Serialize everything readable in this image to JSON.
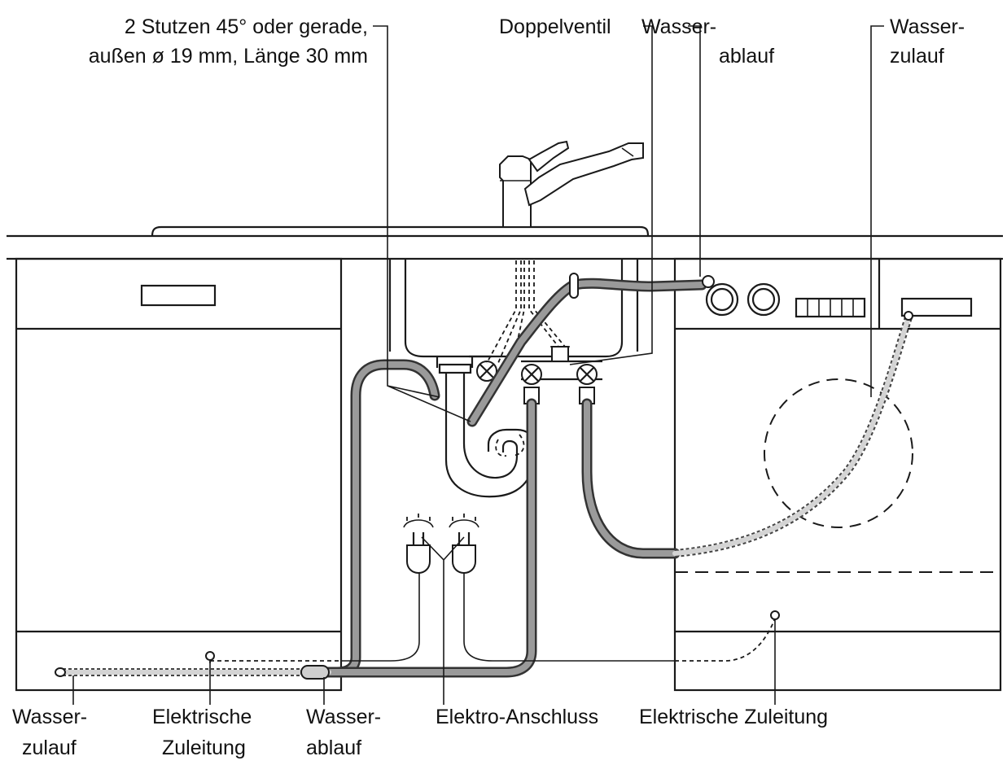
{
  "labels": {
    "stutzen_line1": "2 Stutzen 45° oder gerade,",
    "stutzen_line2": "außen ø 19 mm, Länge 30 mm",
    "doppelventil": "Doppelventil",
    "ablauf_top_line1": "Wasser-",
    "ablauf_top_line2": "ablauf",
    "zulauf_top_line1": "Wasser-",
    "zulauf_top_line2": "zulauf",
    "zulauf_bottom_line1": "Wasser-",
    "zulauf_bottom_line2": "zulauf",
    "elektrische_left_line1": "Elektrische",
    "elektrische_left_line2": "Zuleitung",
    "ablauf_bottom_line1": "Wasser-",
    "ablauf_bottom_line2": "ablauf",
    "elektro_anschluss": "Elektro-Anschluss",
    "elektrische_right": "Elektrische Zuleitung"
  },
  "icons": [
    "faucet-icon",
    "valve-icon",
    "plug-icon",
    "siphon-icon",
    "drum-icon",
    "dial-icon"
  ],
  "colors": {
    "lines": "#1a1a1a",
    "hose": "#9a9a9a",
    "inlet_hose": "#d4d4d4",
    "background": "#ffffff"
  }
}
